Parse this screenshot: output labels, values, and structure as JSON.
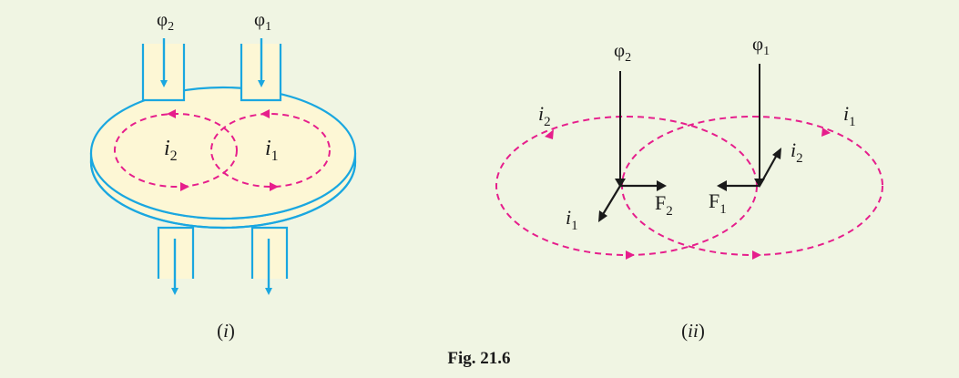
{
  "colors": {
    "background": "#f0f5e3",
    "disc_fill": "#fdf7d5",
    "disc_edge": "#1aa7e0",
    "eddy_current": "#e61e8c",
    "vector": "#1a1a1a"
  },
  "panel_i": {
    "flux_left": "φ",
    "flux_left_sub": "2",
    "flux_right": "φ",
    "flux_right_sub": "1",
    "current_left": "i",
    "current_left_sub": "2",
    "current_right": "i",
    "current_right_sub": "1",
    "caption_open": "(",
    "caption_var": "i",
    "caption_close": ")"
  },
  "panel_ii": {
    "flux_left": "φ",
    "flux_left_sub": "2",
    "flux_right": "φ",
    "flux_right_sub": "1",
    "loop_left_label": "i",
    "loop_left_label_sub": "2",
    "loop_right_label": "i",
    "loop_right_label_sub": "1",
    "vec_i1": "i",
    "vec_i1_sub": "1",
    "vec_F2": "F",
    "vec_F2_sub": "2",
    "vec_F1": "F",
    "vec_F1_sub": "1",
    "vec_i2": "i",
    "vec_i2_sub": "2",
    "caption_open": "(",
    "caption_var": "ii",
    "caption_close": ")"
  },
  "figure_caption": "Fig. 21.6"
}
